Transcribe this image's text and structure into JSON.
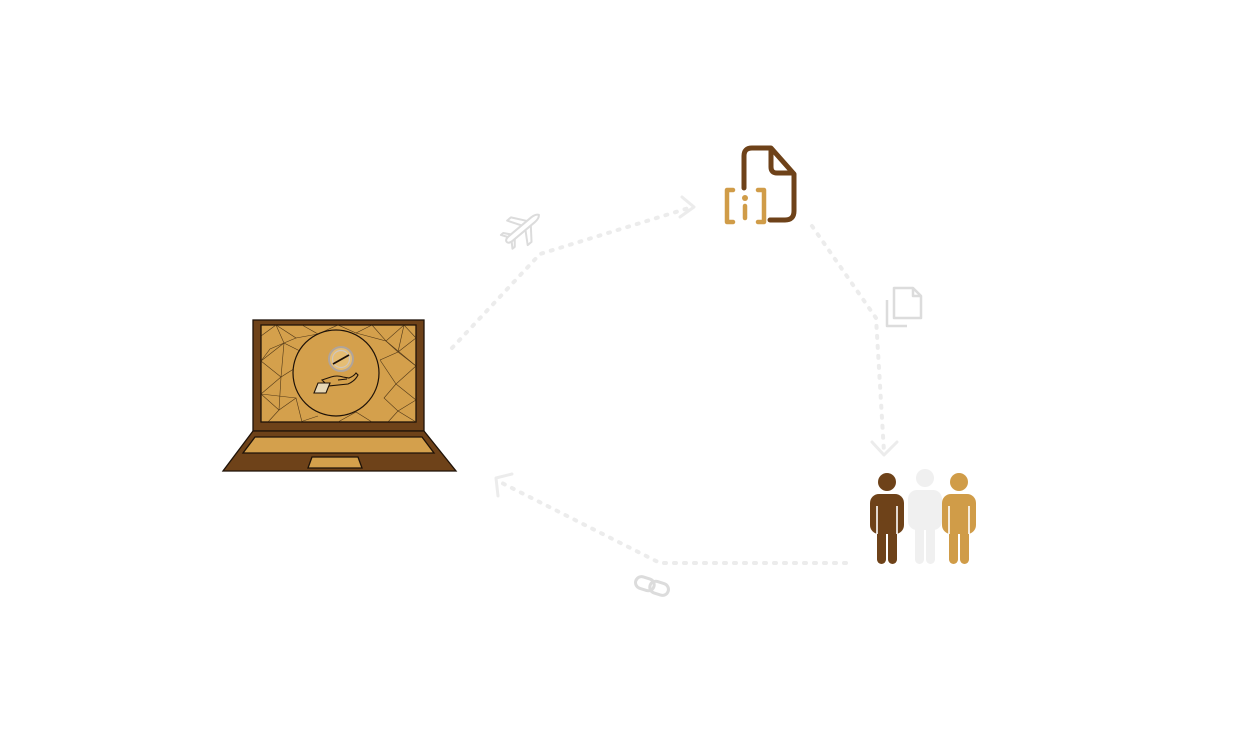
{
  "colors": {
    "dark_brown": "#6e4219",
    "gold": "#d09c48",
    "screen_gold": "#d4a04c",
    "light_gray": "#ececec",
    "icon_gray": "#dcdcdc",
    "outline": "#1e1208"
  },
  "nodes": [
    {
      "id": "laptop",
      "icon": "laptop-icon"
    },
    {
      "id": "document",
      "icon": "document-info-icon"
    },
    {
      "id": "people",
      "icon": "people-icon"
    }
  ],
  "edges": [
    {
      "from": "laptop",
      "to": "document",
      "icon": "airplane-icon"
    },
    {
      "from": "document",
      "to": "people",
      "icon": "copy-icon"
    },
    {
      "from": "people",
      "to": "laptop",
      "icon": "link-icon"
    }
  ],
  "document_badge_glyph": "[i]"
}
